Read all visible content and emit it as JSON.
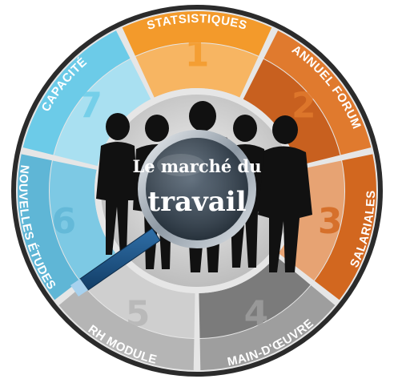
{
  "center": {
    "title_line1": "Le marché du",
    "title_line2": "travail"
  },
  "segments": [
    {
      "number": "1",
      "label": "STATSISTIQUES",
      "color": "#f39a2b",
      "inner_color": "#f7b562"
    },
    {
      "number": "2",
      "label": "ANNUEL FORUM",
      "color": "#e07a2e",
      "inner_color": "#c8601f"
    },
    {
      "number": "3",
      "label": "SALARIALES",
      "color": "#d2671f",
      "inner_color": "#e7a373"
    },
    {
      "number": "4",
      "label": "MAIN-D'ŒUVRE",
      "color": "#9e9e9e",
      "inner_color": "#7b7b7b"
    },
    {
      "number": "5",
      "label": "RH MODULE",
      "color": "#b5b5b5",
      "inner_color": "#cfcfcf"
    },
    {
      "number": "6",
      "label": "NOUVELLES ÉTUDES",
      "color": "#5fb6d6",
      "inner_color": "#7dc9e4"
    },
    {
      "number": "7",
      "label": "CAPACITÉ",
      "color": "#6ccbe8",
      "inner_color": "#a9e0f1"
    }
  ],
  "icons": {
    "magnifier": "magnifying-glass-icon",
    "people": "business-people-silhouette"
  },
  "colors": {
    "outer_ring": "#2b2b2b",
    "divider": "#e6e6e6",
    "hub": "#d9d9d9"
  }
}
